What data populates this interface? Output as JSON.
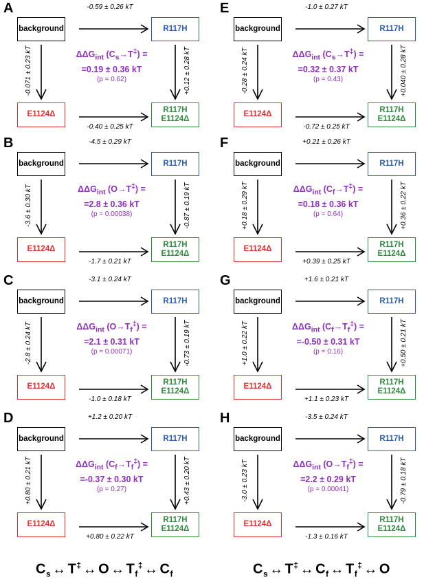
{
  "states": {
    "background": "background",
    "r117h": "R117H",
    "e1124": "E1124Δ",
    "double_line1": "R117H",
    "double_line2": "E1124Δ"
  },
  "panels": [
    {
      "letter": "A",
      "top_energy": "-0.59 ± 0.26 kT",
      "left_energy": "-0.071 ± 0.23 kT",
      "right_energy": "+0.12 ± 0.28 kT",
      "bottom_energy": "-0.40 ± 0.25 kT",
      "ddg_from_main": "C",
      "ddg_from_sub": "s",
      "ddg_to_main": "T",
      "ddg_to_sub": "",
      "ddg_value": "=0.19 ± 0.36 kT",
      "p_value": "(p = 0.62)"
    },
    {
      "letter": "E",
      "top_energy": "-1.0 ± 0.27 kT",
      "left_energy": "-0.28 ± 0.24 kT",
      "right_energy": "+0.040 ± 0.28 kT",
      "bottom_energy": "-0.72 ± 0.25 kT",
      "ddg_from_main": "C",
      "ddg_from_sub": "s",
      "ddg_to_main": "T",
      "ddg_to_sub": "",
      "ddg_value": "=0.32 ± 0.37 kT",
      "p_value": "(p = 0.43)"
    },
    {
      "letter": "B",
      "top_energy": "-4.5 ± 0.29 kT",
      "left_energy": "-3.6 ± 0.30 kT",
      "right_energy": "-0.87 ± 0.19 kT",
      "bottom_energy": "-1.7 ± 0.21 kT",
      "ddg_from_main": "O",
      "ddg_from_sub": "",
      "ddg_to_main": "T",
      "ddg_to_sub": "",
      "ddg_value": "=2.8 ± 0.36 kT",
      "p_value": "(p = 0.00038)"
    },
    {
      "letter": "F",
      "top_energy": "+0.21 ± 0.26 kT",
      "left_energy": "+0.18 ± 0.29 kT",
      "right_energy": "+0.36 ± 0.22 kT",
      "bottom_energy": "+0.39 ± 0.25 kT",
      "ddg_from_main": "C",
      "ddg_from_sub": "f",
      "ddg_to_main": "T",
      "ddg_to_sub": "",
      "ddg_value": "=0.18 ± 0.36 kT",
      "p_value": "(p = 0.64)"
    },
    {
      "letter": "C",
      "top_energy": "-3.1 ± 0.24 kT",
      "left_energy": "-2.8 ± 0.24 kT",
      "right_energy": "-0.73 ± 0.19 kT",
      "bottom_energy": "-1.0 ± 0.18 kT",
      "ddg_from_main": "O",
      "ddg_from_sub": "",
      "ddg_to_main": "T",
      "ddg_to_sub": "f",
      "ddg_value": "=2.1 ± 0.31 kT",
      "p_value": "(p = 0.00071)"
    },
    {
      "letter": "G",
      "top_energy": "+1.6 ± 0.21 kT",
      "left_energy": "+1.0 ± 0.22 kT",
      "right_energy": "+0.50 ± 0.21 kT",
      "bottom_energy": "+1.1 ± 0.23 kT",
      "ddg_from_main": "C",
      "ddg_from_sub": "f",
      "ddg_to_main": "T",
      "ddg_to_sub": "f",
      "ddg_value": "=-0.50 ± 0.31 kT",
      "p_value": "(p = 0.16)"
    },
    {
      "letter": "D",
      "top_energy": "+1.2 ± 0.20 kT",
      "left_energy": "+0.80 ± 0.21 kT",
      "right_energy": "+0.43 ± 0.20 kT",
      "bottom_energy": "+0.80 ± 0.22 kT",
      "ddg_from_main": "C",
      "ddg_from_sub": "f",
      "ddg_to_main": "T",
      "ddg_to_sub": "f",
      "ddg_value": "=-0.37 ± 0.30 kT",
      "p_value": "(p = 0.27)"
    },
    {
      "letter": "H",
      "top_energy": "-3.5 ± 0.24 kT",
      "left_energy": "-3.0 ± 0.23 kT",
      "right_energy": "-0.79 ± 0.18 kT",
      "bottom_energy": "-1.3 ± 0.16 kT",
      "ddg_from_main": "O",
      "ddg_from_sub": "",
      "ddg_to_main": "T",
      "ddg_to_sub": "f",
      "ddg_value": "=2.2 ± 0.29 kT",
      "p_value": "(p = 0.00041)"
    }
  ],
  "ddg_prefix": "ΔΔG",
  "ddg_subscript": "int",
  "ddg_arrow": "→",
  "ddg_dagger": "‡",
  "ddg_equals": ") =",
  "schemes": {
    "left": [
      {
        "main": "C",
        "sub": "s"
      },
      {
        "sep": "↔"
      },
      {
        "main": "T",
        "sup": "‡"
      },
      {
        "sep": "↔"
      },
      {
        "main": "O"
      },
      {
        "sep": "↔"
      },
      {
        "main": "T",
        "sub": "f",
        "sup": "‡"
      },
      {
        "sep": "↔"
      },
      {
        "main": "C",
        "sub": "f"
      }
    ],
    "right": [
      {
        "main": "C",
        "sub": "s"
      },
      {
        "sep": "↔"
      },
      {
        "main": "T",
        "sup": "‡"
      },
      {
        "sep": "↔"
      },
      {
        "main": "C",
        "sub": "f"
      },
      {
        "sep": "↔"
      },
      {
        "main": "T",
        "sub": "f",
        "sup": "‡"
      },
      {
        "sep": "↔"
      },
      {
        "main": "O"
      }
    ]
  },
  "colors": {
    "background": "#000000",
    "r117h": "#2a5caa",
    "e1124": "#e03030",
    "double": "#2e8b3e",
    "ddg": "#8e2fbf"
  }
}
